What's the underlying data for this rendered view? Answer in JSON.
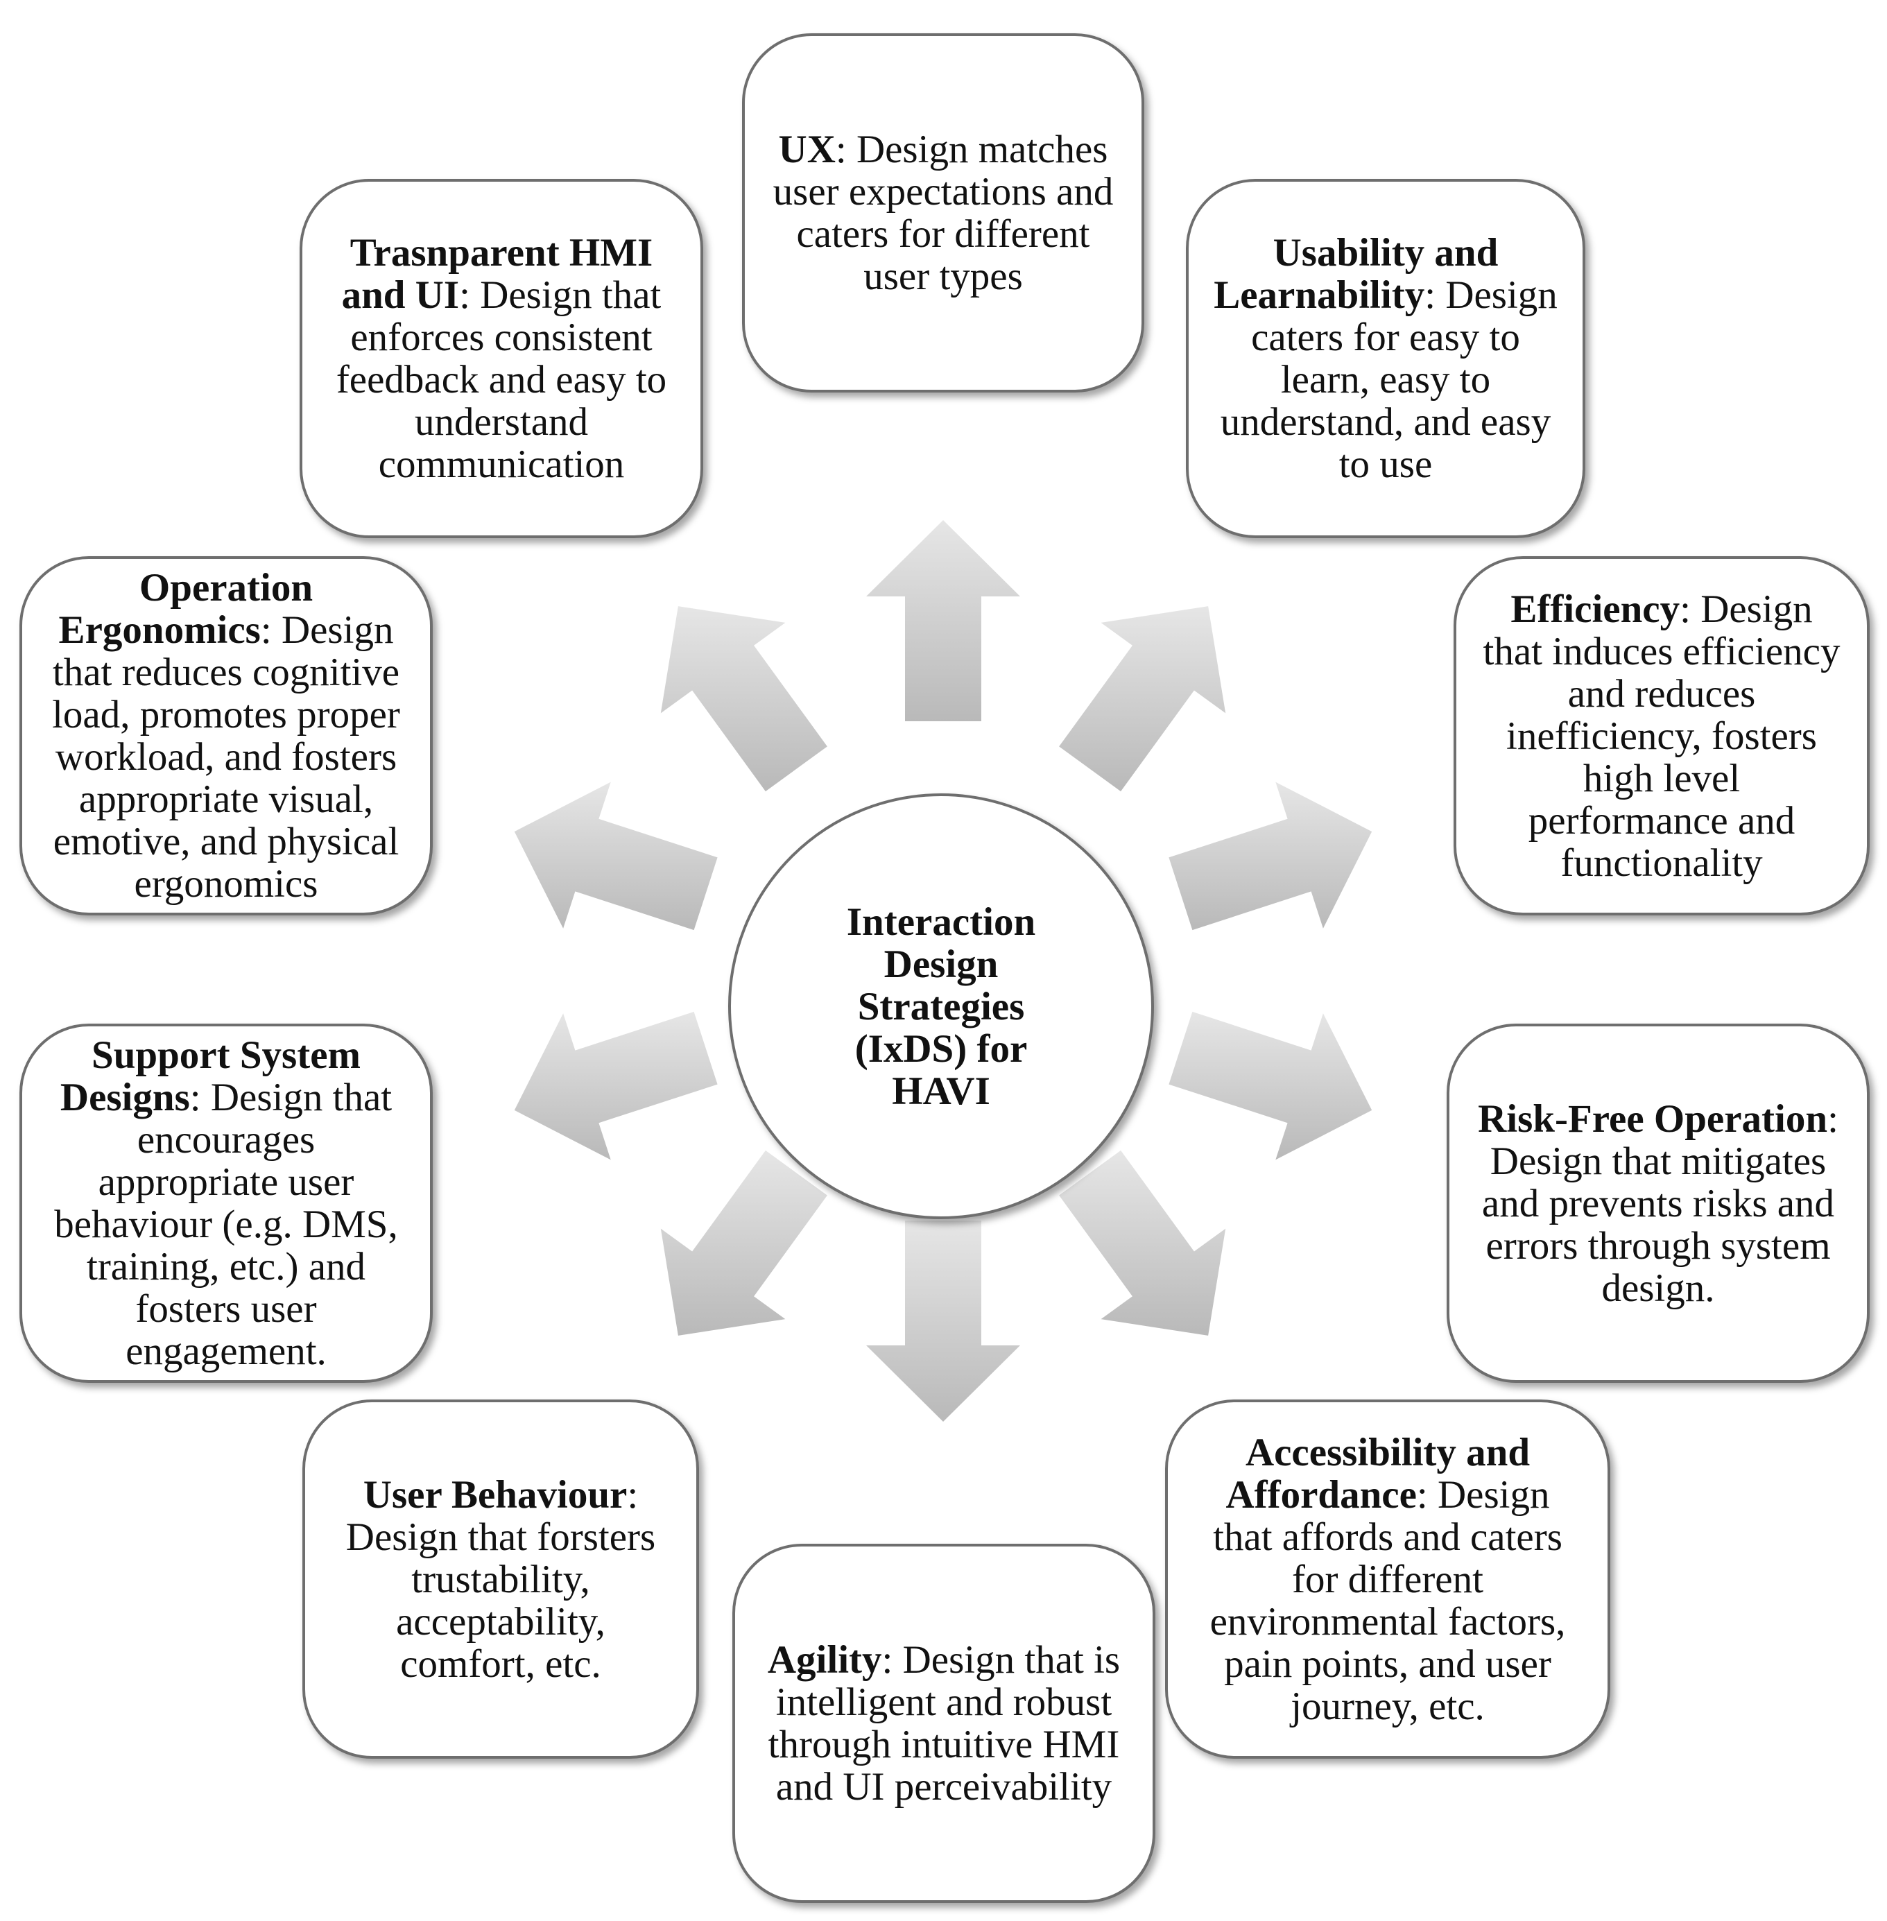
{
  "center": {
    "title": "Interaction Design Strategies (IxDS) for HAVI"
  },
  "boxes": {
    "ux": {
      "term": "UX",
      "sep": ":",
      "desc": " Design matches user expectations and caters for different user types"
    },
    "usability": {
      "term": "Usability and Learnability",
      "sep": ":",
      "desc": " Design caters for easy to learn, easy to understand, and easy to use"
    },
    "efficiency": {
      "term": "Efficiency",
      "sep": ":",
      "desc": " Design that induces efficiency and reduces inefficiency, fosters high level performance and functionality"
    },
    "risk": {
      "term": "Risk-Free Operation",
      "sep": ":",
      "desc": " Design that mitigates and prevents risks and errors through system design."
    },
    "accessibility": {
      "term": "Accessibility and Affordance",
      "sep": ":",
      "desc": " Design that affords and caters for different environmental factors, pain points, and user journey, etc."
    },
    "agility": {
      "term": "Agility",
      "sep": ":",
      "desc": " Design that is intelligent and robust through intuitive HMI and UI perceivability"
    },
    "behaviour": {
      "term": "User Behaviour",
      "sep": ":",
      "desc": " Design that forsters trustability, acceptability, comfort, etc."
    },
    "support": {
      "term": "Support System Designs",
      "sep": ":",
      "desc": " Design that encourages appropriate user behaviour (e.g. DMS, training, etc.) and fosters user engagement."
    },
    "ergonomics": {
      "term": "Operation Ergonomics",
      "sep": ":",
      "desc": " Design that reduces cognitive load, promotes proper workload, and fosters appropriate visual, emotive, and physical ergonomics"
    },
    "transparent": {
      "term": "Trasnparent HMI and UI",
      "sep": ":",
      "desc": " Design that enforces consistent feedback and easy to understand communication"
    }
  },
  "colors": {
    "arrow_light": "#e6e6e6",
    "arrow_dark": "#b9b9b9",
    "border": "#6e6e6e"
  }
}
